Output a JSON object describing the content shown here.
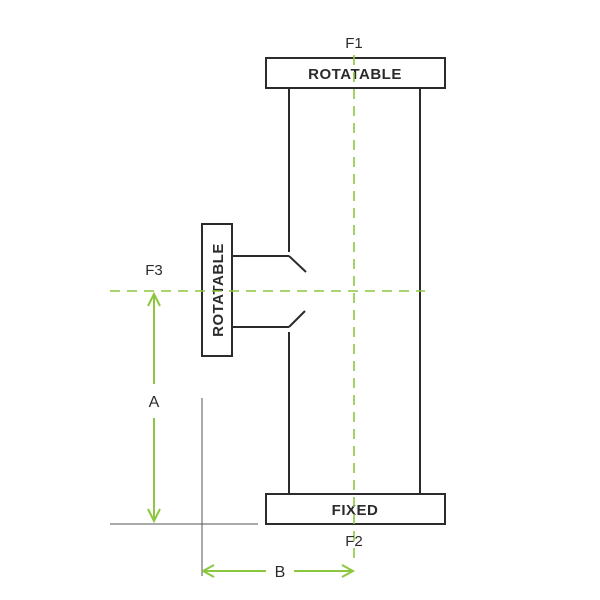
{
  "labels": {
    "f1": "F1",
    "f2": "F2",
    "f3": "F3",
    "top_flange": "ROTATABLE",
    "side_flange": "ROTATABLE",
    "bottom_flange": "FIXED",
    "dim_a": "A",
    "dim_b": "B"
  },
  "colors": {
    "outline": "#2b2b2b",
    "centerline": "#8dc63f",
    "dimension": "#8dc63f",
    "reference_line": "#555555"
  }
}
